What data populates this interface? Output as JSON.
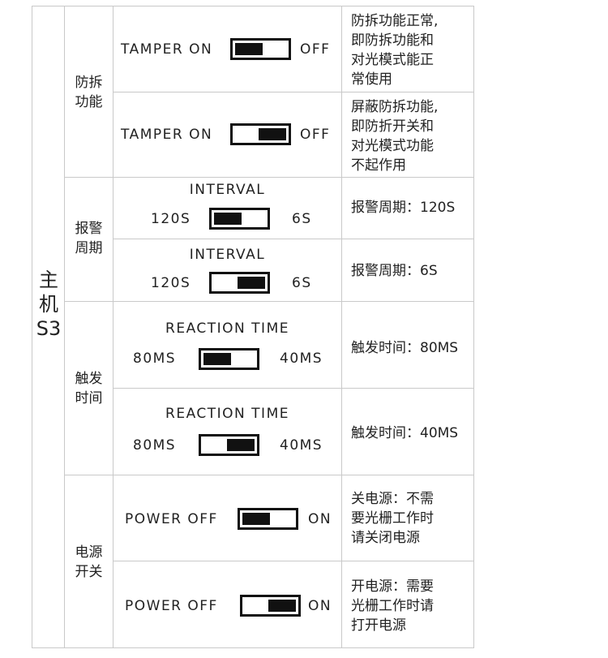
{
  "main_label": [
    "主",
    "机",
    "S3"
  ],
  "sections": [
    {
      "category": [
        "防拆",
        "功能"
      ],
      "rows": [
        {
          "title": "",
          "left_label": "TAMPER ON",
          "right_label": "OFF",
          "position": "left",
          "description": [
            "防拆功能正常,",
            "即防拆功能和",
            "对光模式能正",
            "常使用"
          ]
        },
        {
          "title": "",
          "left_label": "TAMPER ON",
          "right_label": "OFF",
          "position": "right",
          "description": [
            "屏蔽防拆功能,",
            "即防折开关和",
            "对光模式功能",
            "不起作用"
          ]
        }
      ]
    },
    {
      "category": [
        "报警",
        "周期"
      ],
      "rows": [
        {
          "title": "INTERVAL",
          "left_label": "120S",
          "right_label": "6S",
          "position": "left",
          "description": [
            "报警周期：120S"
          ]
        },
        {
          "title": "INTERVAL",
          "left_label": "120S",
          "right_label": "6S",
          "position": "right",
          "description": [
            "报警周期：6S"
          ]
        }
      ]
    },
    {
      "category": [
        "触发",
        "时间"
      ],
      "rows": [
        {
          "title": "REACTION TIME",
          "left_label": "80MS",
          "right_label": "40MS",
          "position": "left",
          "description": [
            "触发时间：80MS"
          ]
        },
        {
          "title": "REACTION TIME",
          "left_label": "80MS",
          "right_label": "40MS",
          "position": "right",
          "description": [
            "触发时间：40MS"
          ]
        }
      ]
    },
    {
      "category": [
        "电源",
        "开关"
      ],
      "rows": [
        {
          "title": "",
          "left_label": "POWER OFF",
          "right_label": "ON",
          "position": "left",
          "description": [
            "关电源：不需",
            "要光栅工作时",
            "请关闭电源"
          ]
        },
        {
          "title": "",
          "left_label": "POWER OFF",
          "right_label": "ON",
          "position": "right",
          "description": [
            "开电源：需要",
            "光栅工作时请",
            "打开电源"
          ]
        }
      ]
    }
  ]
}
